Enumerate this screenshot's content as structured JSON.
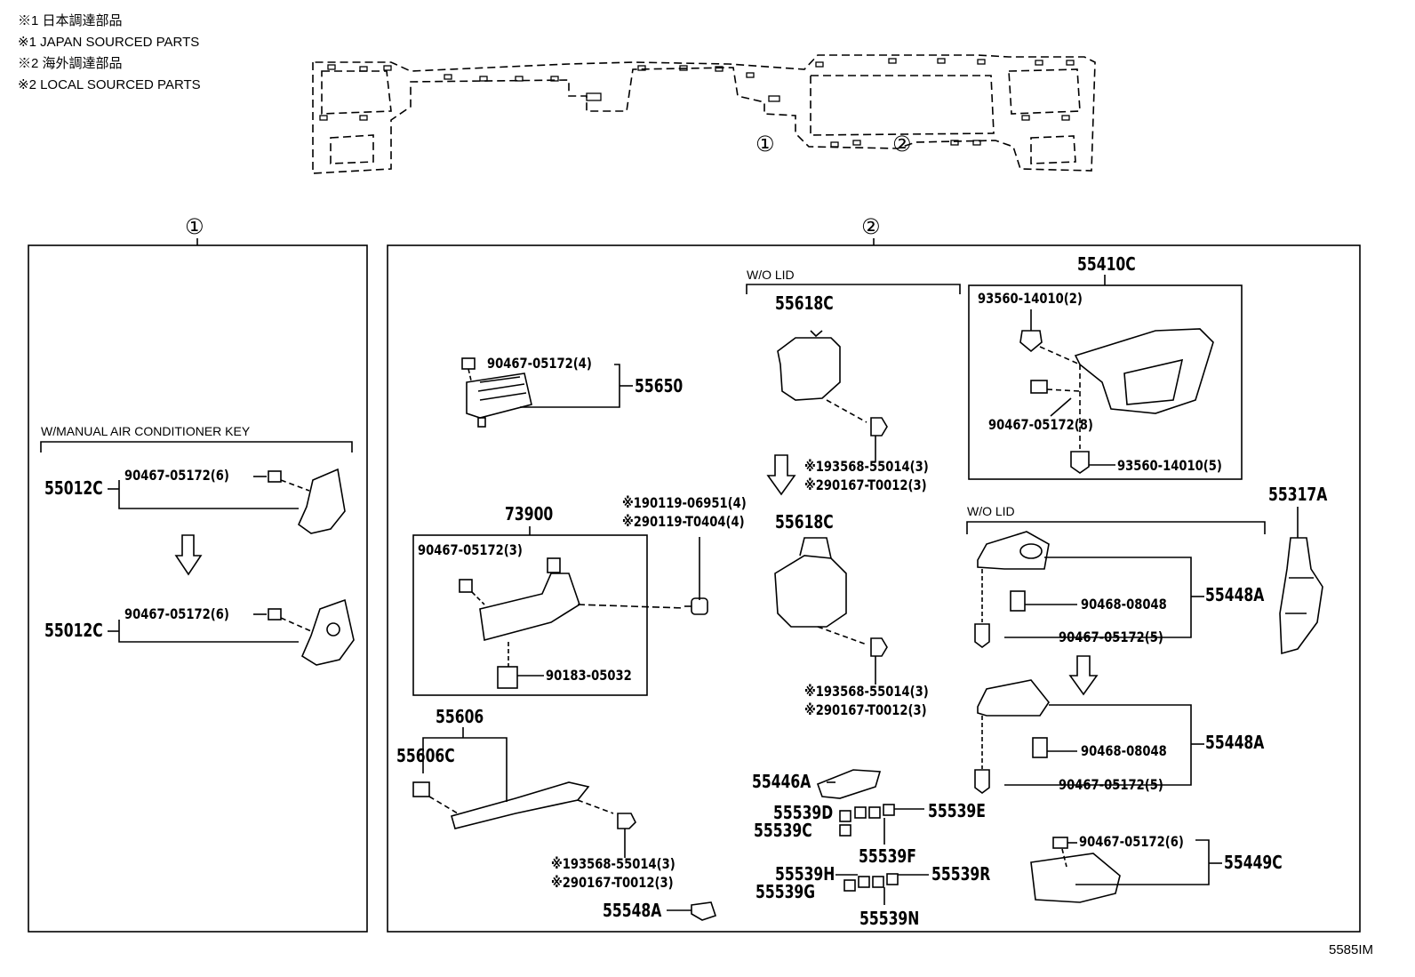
{
  "legend": {
    "line1": "※1 日本調達部品",
    "line2": "※1 JAPAN SOURCED PARTS",
    "line3": "※2 海外調達部品",
    "line4": "※2 LOCAL SOURCED PARTS"
  },
  "overview": {
    "callout_1": "①",
    "callout_2": "②"
  },
  "panel1": {
    "title": "①",
    "condition": "W/MANUAL AIR CONDITIONER KEY",
    "upper": {
      "part": "55012C",
      "clip": "90467-05172(6)"
    },
    "lower": {
      "part": "55012C",
      "clip": "90467-05172(6)"
    }
  },
  "panel2": {
    "title": "②",
    "p55650": {
      "part": "55650",
      "clip": "90467-05172(4)"
    },
    "p73900": {
      "part": "73900",
      "clip": "90467-05172(3)",
      "nut": "90183-05032"
    },
    "screw_a": {
      "j": "※190119-06951(4)",
      "l": "※290119-T0404(4)"
    },
    "wo_lid_1": "W/O LID",
    "p55618C_a": {
      "part": "55618C",
      "j": "※193568-55014(3)",
      "l": "※290167-T0012(3)"
    },
    "p55618C_b": {
      "part": "55618C",
      "j": "※193568-55014(3)",
      "l": "※290167-T0012(3)"
    },
    "p55410C": {
      "part": "55410C",
      "screw_top": "93560-14010(2)",
      "clip": "90467-05172(8)",
      "screw_bottom": "93560-14010(5)"
    },
    "wo_lid_2": "W/O LID",
    "p55448A_a": {
      "part": "55448A",
      "clip_a": "90468-08048",
      "clip_b": "90467-05172(5)"
    },
    "p55448A_b": {
      "part": "55448A",
      "clip_a": "90468-08048",
      "clip_b": "90467-05172(5)"
    },
    "p55317A": "55317A",
    "p55606": {
      "part": "55606",
      "sub": "55606C",
      "j": "※193568-55014(3)",
      "l": "※290167-T0012(3)"
    },
    "p55446A": "55446A",
    "buttons": {
      "d": "55539D",
      "c": "55539C",
      "e": "55539E",
      "f": "55539F",
      "h": "55539H",
      "g": "55539G",
      "r": "55539R",
      "n": "55539N"
    },
    "p55548A": "55548A",
    "p55449C": {
      "part": "55449C",
      "clip": "90467-05172(6)"
    }
  },
  "figure_id": "5585IM"
}
